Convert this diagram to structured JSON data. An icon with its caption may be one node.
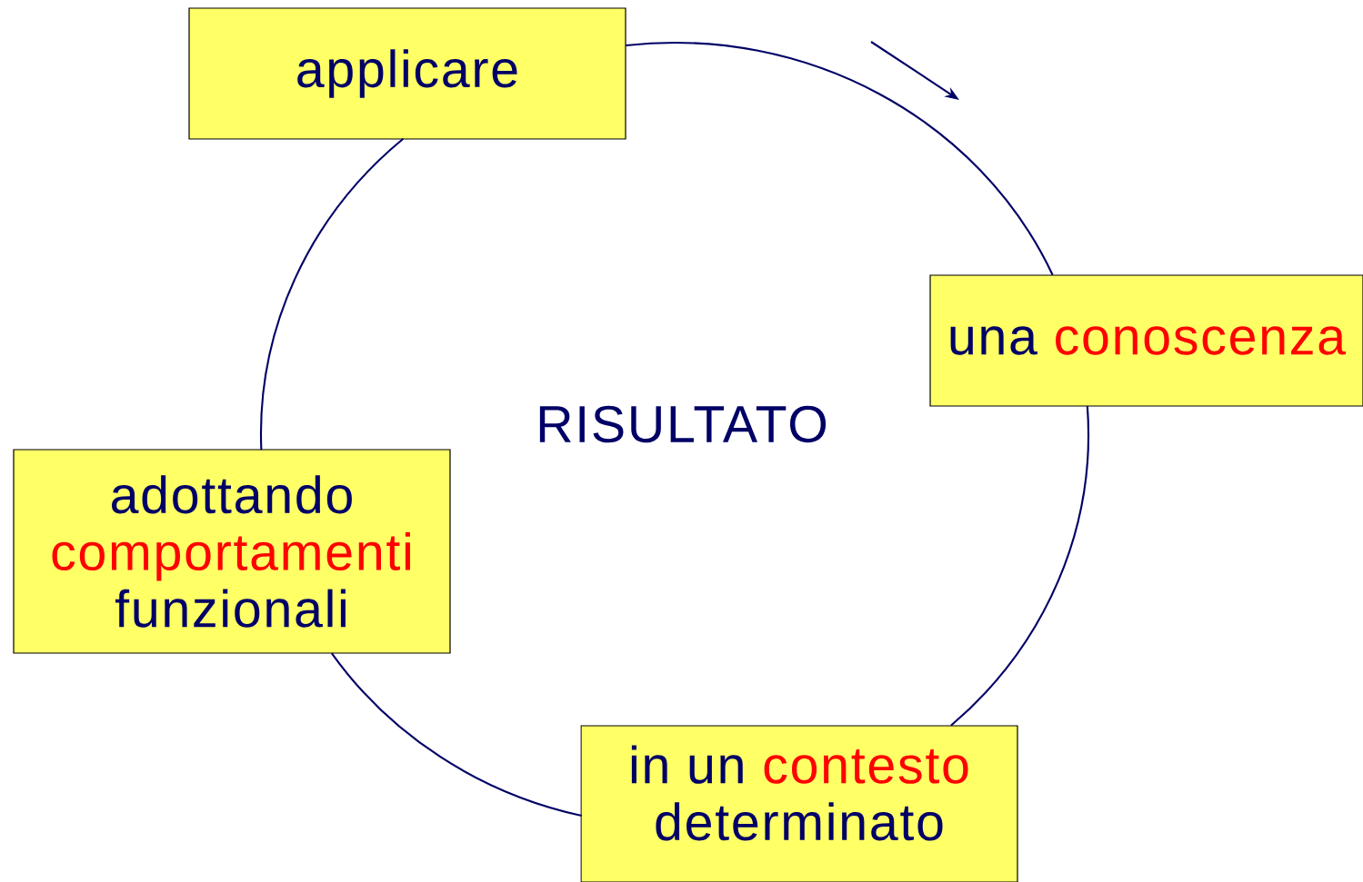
{
  "diagram": {
    "nodes": [
      {
        "text": [
          "applicare"
        ]
      },
      {
        "text": [
          "una",
          "conoscenza"
        ]
      },
      {
        "text": [
          "adottando",
          "comportamenti",
          "funzionali"
        ]
      },
      {
        "text": [
          "in un",
          "contesto",
          "determinato"
        ]
      }
    ],
    "edges": [
      {
        "from": 0,
        "to": 1,
        "arrow": "none"
      },
      {
        "from": 1,
        "to": 3,
        "arrow": "none"
      },
      {
        "from": 3,
        "to": 2,
        "arrow": "none"
      },
      {
        "from": 2,
        "to": 0,
        "arrow": "none"
      }
    ],
    "labels": [
      "RISULTATO"
    ]
  }
}
